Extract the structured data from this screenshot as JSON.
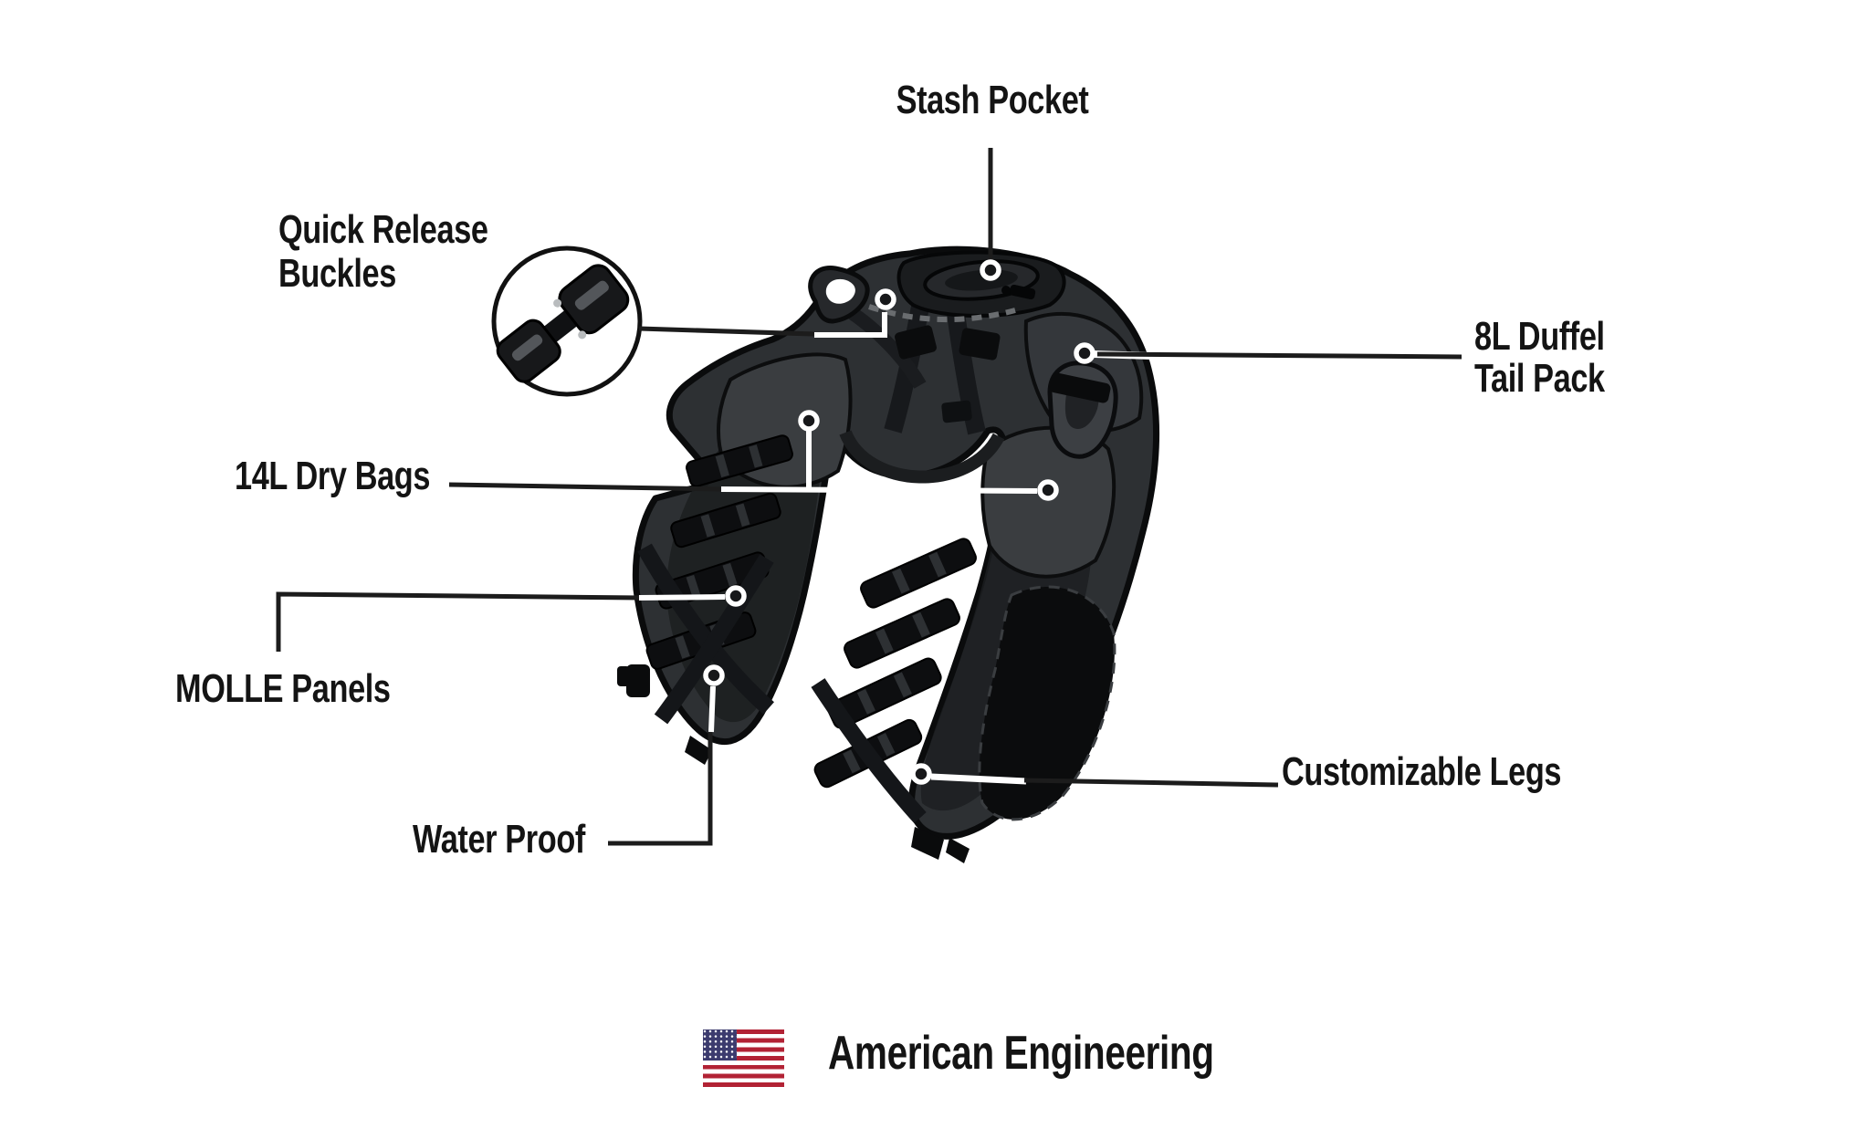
{
  "page": {
    "type": "product-feature-diagram",
    "product": "motorcycle tail bag illustration"
  },
  "callouts": [
    {
      "id": "stash-pocket",
      "lines": [
        "Stash Pocket"
      ]
    },
    {
      "id": "quick-release-buckles",
      "lines": [
        "Quick Release",
        "Buckles"
      ]
    },
    {
      "id": "duffel-tail-pack",
      "lines": [
        "8L Duffel",
        "Tail Pack"
      ]
    },
    {
      "id": "dry-bags",
      "lines": [
        "14L Dry Bags"
      ]
    },
    {
      "id": "molle-panels",
      "lines": [
        "MOLLE Panels"
      ]
    },
    {
      "id": "water-proof",
      "lines": [
        "Water Proof"
      ]
    },
    {
      "id": "customizable-legs",
      "lines": [
        "Customizable Legs"
      ]
    }
  ],
  "footer": {
    "text": "American Engineering"
  },
  "icons": {
    "flag": "us-flag-icon",
    "buckle_inset": "quick-release-buckle-icon",
    "connector_dot": "white ring marker"
  },
  "colors": {
    "label_text": "#141414",
    "connector_black": "#1c1c1c",
    "connector_white": "#ffffff",
    "dot_fill": "#17181a",
    "bag_body": "#2d3033",
    "bag_panel_dark": "#1c1e20",
    "bag_panel_light": "#3a3d40",
    "bag_outline": "#0a0b0c",
    "molle_bar": "#0d0e10",
    "flag_red": "#B22234",
    "flag_blue": "#3C3B6E",
    "page_bg": "#ffffff"
  }
}
